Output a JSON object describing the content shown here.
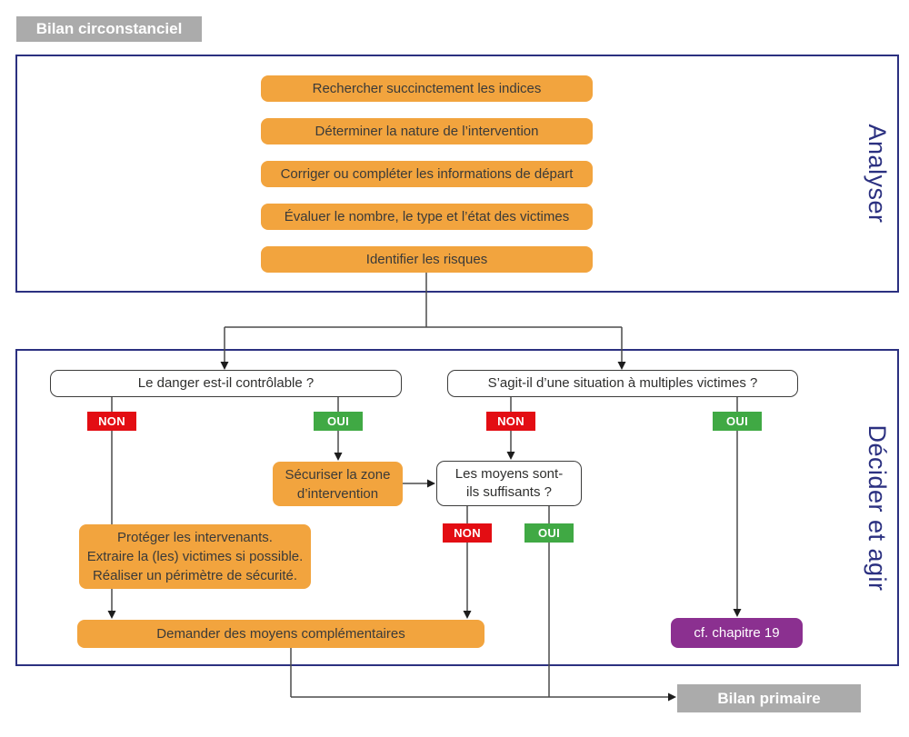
{
  "title_badge": "Bilan circonstanciel",
  "footer_badge": "Bilan primaire",
  "badges": {
    "non": "NON",
    "oui": "OUI"
  },
  "analyser": {
    "label": "Analyser",
    "steps": [
      "Rechercher succinctement les indices",
      "Déterminer la nature de l’intervention",
      "Corriger ou compléter les informations de départ",
      "Évaluer le nombre, le type et l’état des victimes",
      "Identifier les risques"
    ]
  },
  "decider": {
    "label": "Décider et agir",
    "q_danger": "Le danger est-il contrôlable ?",
    "q_multiples": "S’agit-il d’une situation à multiples victimes ?",
    "q_moyens": "Les moyens sont-ils suffisants ?",
    "securiser": "Sécuriser la zone d’intervention",
    "proteger": [
      "Protéger les intervenants.",
      "Extraire la (les) victimes si possible.",
      "Réaliser un périmètre de sécurité."
    ],
    "demander": "Demander des moyens complémentaires",
    "chapitre": "cf. chapitre 19"
  },
  "colors": {
    "orange": "#f2a43e",
    "navy": "#2b3080",
    "red": "#e30d13",
    "green": "#40a944",
    "purple": "#8b3090",
    "gray": "#ababab",
    "line": "#4b4b4b"
  }
}
